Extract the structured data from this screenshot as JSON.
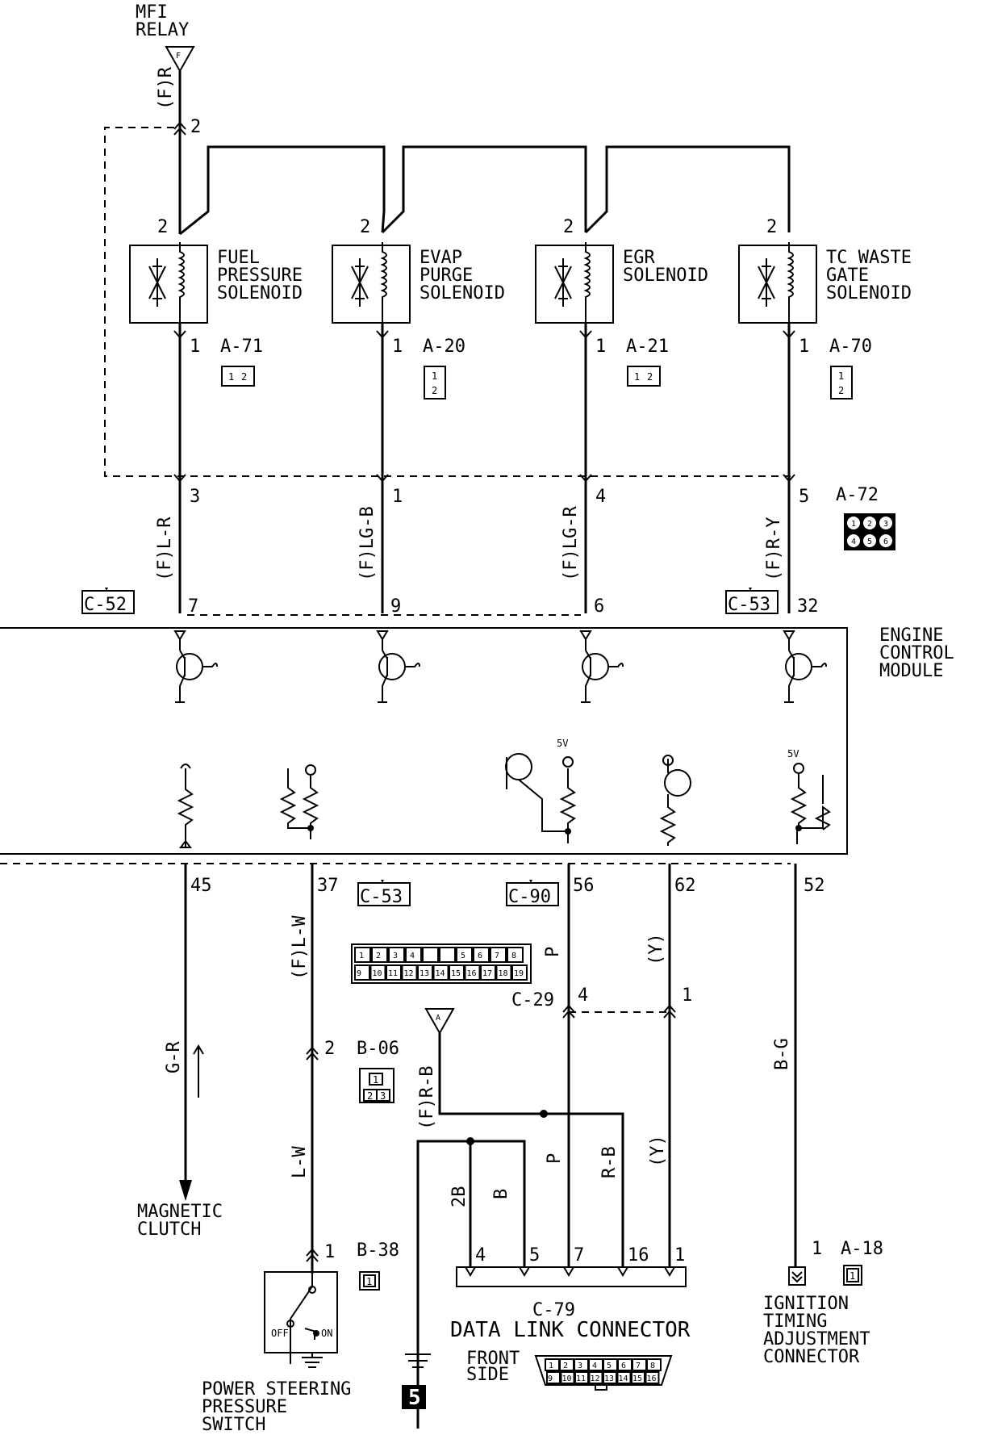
{
  "relay": {
    "label1": "MFI",
    "label2": "RELAY",
    "tag": "F",
    "wire": "(F)R",
    "pin": "2"
  },
  "solenoids": [
    {
      "name": [
        "FUEL",
        "PRESSURE",
        "SOLENOID"
      ],
      "pin_top": "2",
      "pin_bottom": "1",
      "conn": "A-71",
      "conn_pins": [
        "1",
        "2"
      ],
      "pin_a72": "3",
      "wire": "(F)L-R",
      "pin_ecm": "7"
    },
    {
      "name": [
        "EVAP",
        "PURGE",
        "SOLENOID"
      ],
      "pin_top": "2",
      "pin_bottom": "1",
      "conn": "A-20",
      "conn_pins": [
        "1",
        "2"
      ],
      "pin_a72": "1",
      "wire": "(F)LG-B",
      "pin_ecm": "9"
    },
    {
      "name": [
        "EGR",
        "SOLENOID",
        ""
      ],
      "pin_top": "2",
      "pin_bottom": "1",
      "conn": "A-21",
      "conn_pins": [
        "1",
        "2"
      ],
      "pin_a72": "4",
      "wire": "(F)LG-R",
      "pin_ecm": "6"
    },
    {
      "name": [
        "TC WASTE",
        "GATE",
        "SOLENOID"
      ],
      "pin_top": "2",
      "pin_bottom": "1",
      "conn": "A-70",
      "conn_pins": [
        "1",
        "2"
      ],
      "pin_a72": "5",
      "wire": "(F)R-Y",
      "pin_ecm": "32"
    }
  ],
  "a72": {
    "conn": "A-72",
    "pins": [
      "1",
      "2",
      "3",
      "4",
      "5",
      "6"
    ]
  },
  "ecm": {
    "label": [
      "ENGINE",
      "CONTROL",
      "MODULE"
    ],
    "c52": "C-52",
    "c53": "C-53",
    "c90": "C-90",
    "v5": "5V"
  },
  "bottom_pins": {
    "p45": "45",
    "p37": "37",
    "p56": "56",
    "p62": "62",
    "p52": "52"
  },
  "c53_lower": "C-53",
  "c29": {
    "label": "C-29",
    "pin4": "4",
    "pin1": "1",
    "pins_row1": [
      "1",
      "2",
      "3",
      "4",
      "",
      "",
      "5",
      "6",
      "7",
      "8"
    ],
    "pins_row2": [
      "9",
      "10",
      "11",
      "12",
      "13",
      "14",
      "15",
      "16",
      "17",
      "18",
      "19"
    ]
  },
  "wires": {
    "gr": "G-R",
    "flw": "(F)L-W",
    "lw": "L-W",
    "p": "P",
    "y": "(Y)",
    "frb": "(F)R-B",
    "bg": "B-G",
    "twoB": "2B",
    "b": "B",
    "rb": "R-B"
  },
  "clutch": [
    "MAGNETIC",
    "CLUTCH"
  ],
  "b06": {
    "conn": "B-06",
    "pin": "2",
    "pins": [
      "1",
      "2",
      "3"
    ]
  },
  "b38": {
    "conn": "B-38",
    "pin": "1",
    "pins": [
      "1"
    ]
  },
  "ps_switch": {
    "name": [
      "POWER STEERING",
      "PRESSURE",
      "SWITCH"
    ],
    "off": "OFF",
    "on": "ON"
  },
  "a_tag": "A",
  "page_badge": "5",
  "dlc": {
    "conn": "C-79",
    "title": "DATA LINK CONNECTOR",
    "pins": [
      "4",
      "5",
      "7",
      "16",
      "1"
    ],
    "front": "FRONT",
    "side": "SIDE",
    "row1": [
      "1",
      "2",
      "3",
      "4",
      "5",
      "6",
      "7",
      "8"
    ],
    "row2": [
      "9",
      "10",
      "11",
      "12",
      "13",
      "14",
      "15",
      "16"
    ]
  },
  "a18": {
    "conn": "A-18",
    "pin": "1",
    "pins": [
      "1"
    ],
    "name": [
      "IGNITION",
      "TIMING",
      "ADJUSTMENT",
      "CONNECTOR"
    ]
  }
}
